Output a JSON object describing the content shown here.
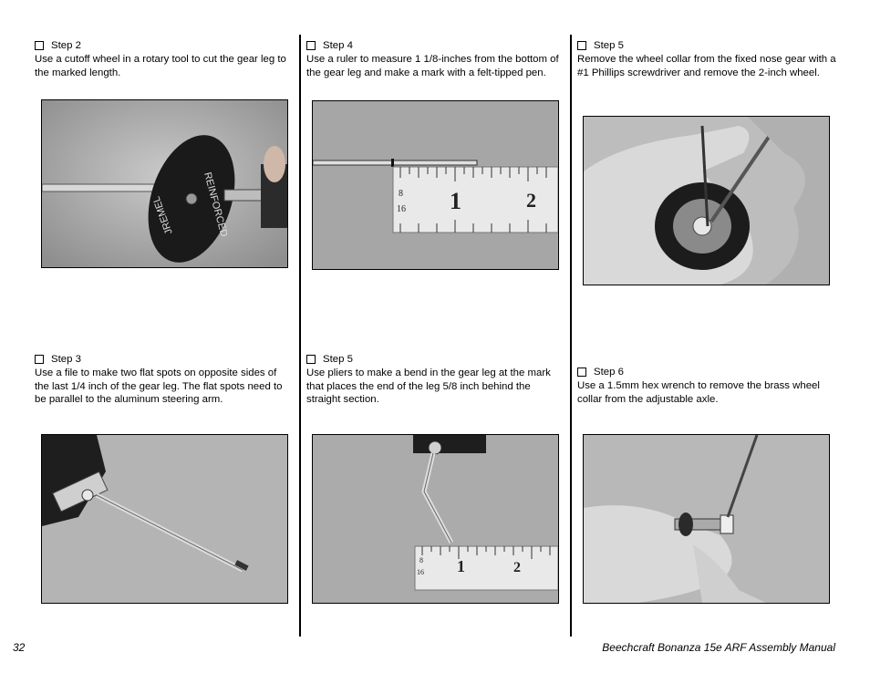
{
  "steps": [
    {
      "heading": "Step 2",
      "text": "Use a cutoff wheel in a rotary tool to cut the gear leg to the marked length."
    },
    {
      "heading": "Step 4",
      "text": "Use a ruler to measure 1 1/8-inches from the bottom of the gear leg and make a mark with a felt-tipped pen."
    },
    {
      "heading": "Step 5",
      "text": "Remove the wheel collar from the fixed nose gear with a #1 Phillips screwdriver and remove the 2-inch wheel."
    },
    {
      "heading": "Step 3",
      "text": "Use a file to make two flat spots on opposite sides of the last 1/4 inch of the gear leg. The flat spots need to be parallel to the aluminum steering arm."
    },
    {
      "heading": "Step 5",
      "text": "Use pliers to make a bend in the gear leg at the mark that places the end of the leg 5/8 inch behind the straight section."
    },
    {
      "heading": "Step 6",
      "text": "Use a 1.5mm hex wrench to remove the brass wheel collar from the adjustable axle."
    }
  ],
  "photos": {
    "cutoff_wheel_text": "REINFORCED",
    "cutoff_wheel_brand": "JREMEL",
    "ruler1": {
      "small_a": "8",
      "small_b": "16",
      "big_1": "1",
      "big_2": "2"
    },
    "ruler2": {
      "small_a": "8",
      "small_b": "16",
      "big_1": "1",
      "big_2": "2"
    }
  },
  "footer": {
    "page_number": "32",
    "manual_title": "Beechcraft Bonanza 15e ARF Assembly Manual"
  }
}
